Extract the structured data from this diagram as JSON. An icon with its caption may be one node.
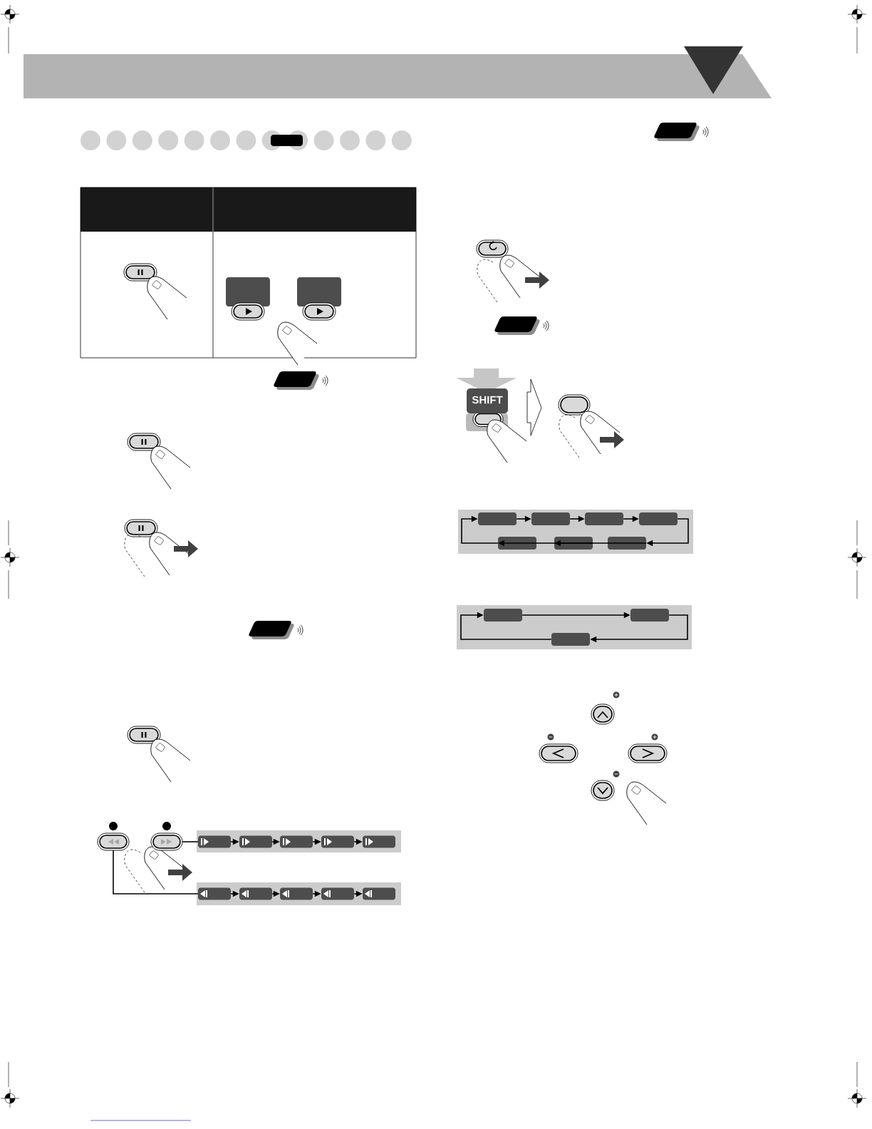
{
  "diagram": {
    "nodes": [
      {
        "text": [
          "SHIFT"
        ]
      },
      {
        "text": [],
        "shape": "box"
      },
      {
        "text": [],
        "shape": "box"
      },
      {
        "text": [],
        "shape": "box"
      },
      {
        "text": [],
        "shape": "box"
      },
      {
        "text": [],
        "shape": "box"
      },
      {
        "text": [],
        "shape": "box"
      },
      {
        "text": [],
        "shape": "box"
      },
      {
        "text": [],
        "shape": "box"
      },
      {
        "text": [],
        "shape": "box"
      },
      {
        "text": [],
        "shape": "box"
      },
      {
        "text": [],
        "shape": "box"
      },
      {
        "text": [],
        "shape": "box"
      },
      {
        "text": [],
        "shape": "box"
      },
      {
        "text": [],
        "shape": "box"
      },
      {
        "text": [],
        "shape": "box"
      },
      {
        "text": [],
        "shape": "box"
      },
      {
        "text": [],
        "shape": "box"
      },
      {
        "text": [],
        "shape": "box"
      },
      {
        "text": [],
        "shape": "box"
      },
      {
        "text": [],
        "shape": "box"
      },
      {
        "text": [],
        "shape": "button"
      },
      {
        "text": [],
        "shape": "button"
      }
    ],
    "edges": [
      {
        "from": 1,
        "to": 2,
        "arrow": "to"
      },
      {
        "from": 2,
        "to": 3,
        "arrow": "to"
      },
      {
        "from": 3,
        "to": 4,
        "arrow": "to"
      },
      {
        "from": 4,
        "to": 7,
        "arrow": "to"
      },
      {
        "from": 7,
        "to": 6,
        "arrow": "to"
      },
      {
        "from": 6,
        "to": 5,
        "arrow": "to"
      },
      {
        "from": 5,
        "to": 1,
        "arrow": "to"
      },
      {
        "from": 8,
        "to": 9,
        "arrow": "to"
      },
      {
        "from": 9,
        "to": 10,
        "arrow": "to"
      },
      {
        "from": 10,
        "to": 8,
        "arrow": "to"
      },
      {
        "from": 11,
        "to": 12,
        "arrow": "to"
      },
      {
        "from": 12,
        "to": 13,
        "arrow": "to"
      },
      {
        "from": 13,
        "to": 14,
        "arrow": "to"
      },
      {
        "from": 14,
        "to": 15,
        "arrow": "to"
      },
      {
        "from": 16,
        "to": 17,
        "arrow": "to"
      },
      {
        "from": 17,
        "to": 18,
        "arrow": "to"
      },
      {
        "from": 18,
        "to": 19,
        "arrow": "to"
      },
      {
        "from": 19,
        "to": 20,
        "arrow": "to"
      },
      {
        "from": 22,
        "to": 11,
        "arrow": "none"
      },
      {
        "from": 21,
        "to": 16,
        "arrow": "none"
      }
    ]
  }
}
